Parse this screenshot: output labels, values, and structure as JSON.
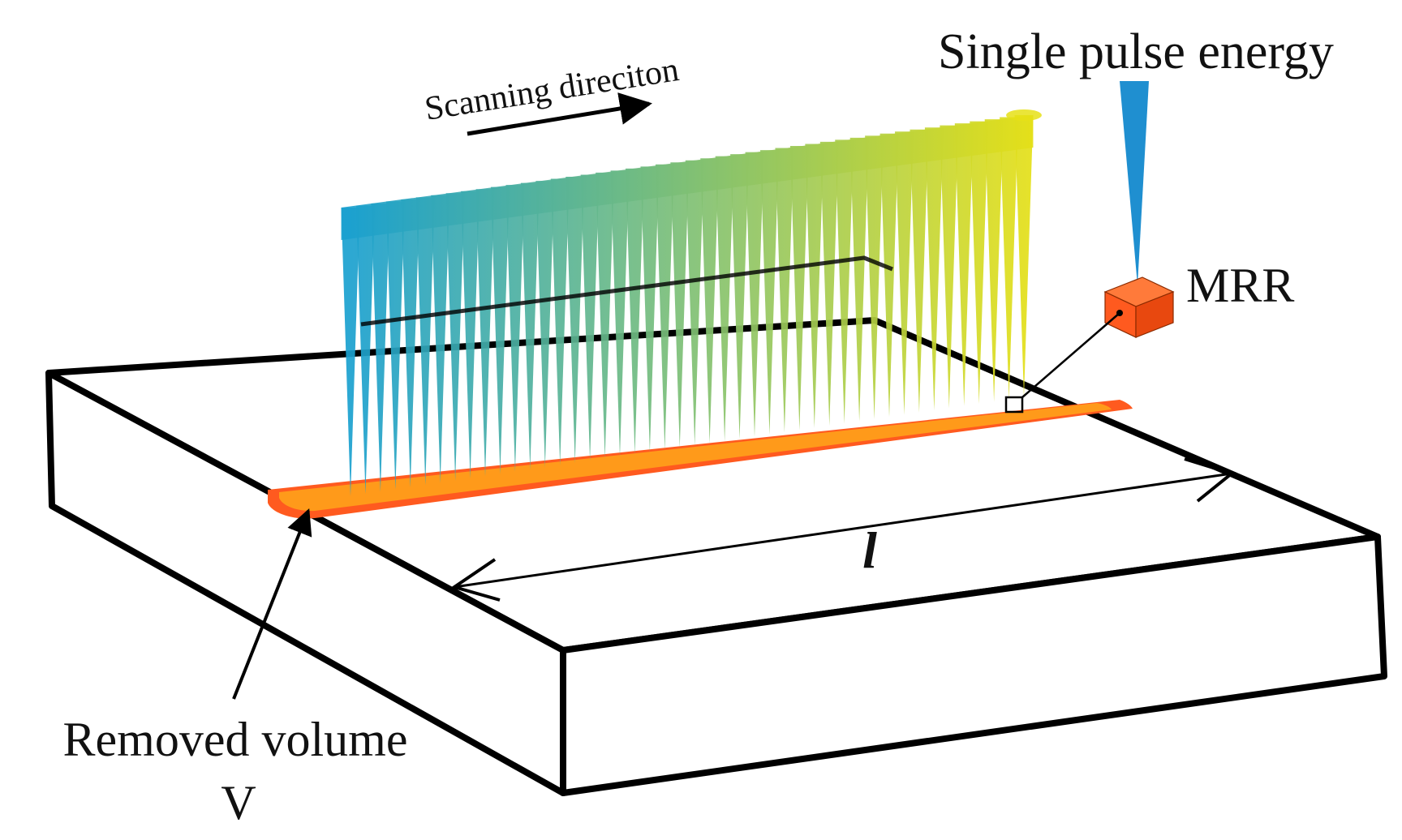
{
  "labels": {
    "scanning_direction": "Scanning direciton",
    "single_pulse_energy": "Single pulse energy",
    "mrr": "MRR",
    "removed_volume_line1": "Removed volume",
    "removed_volume_line2": "V",
    "length_symbol": "l"
  },
  "colors": {
    "pulse_start": "#1aa0cf",
    "pulse_end": "#e6e016",
    "groove_fill": "#ff9a1a",
    "groove_edge": "#ff5a1f",
    "mrr_cube": "#ff5a1f",
    "single_pulse_beam": "#1f8fd0",
    "outline": "#000000"
  },
  "pulse_count": 46
}
